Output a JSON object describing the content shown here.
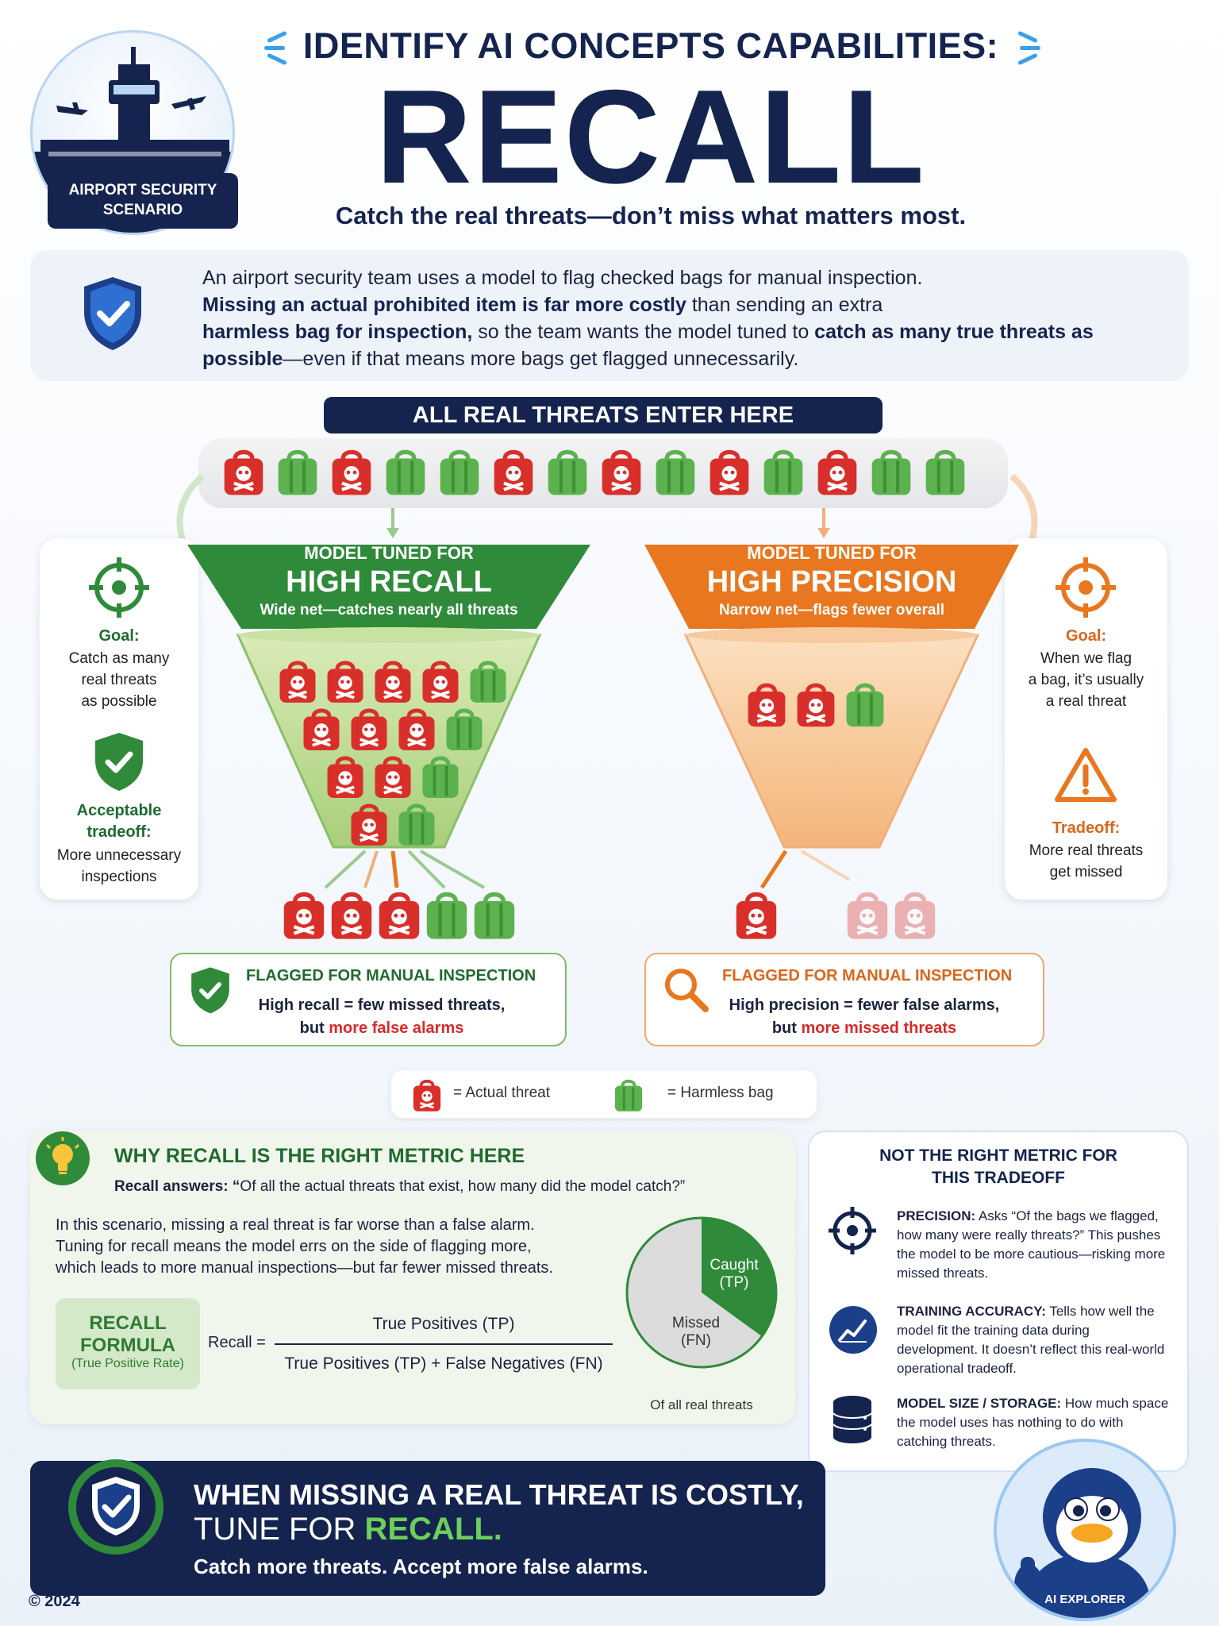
{
  "header": {
    "badge_label_line1": "AIRPORT SECURITY",
    "badge_label_line2": "SCENARIO",
    "eyebrow": "IDENTIFY AI CONCEPTS CAPABILITIES:",
    "title": "RECALL",
    "subtitle": "Catch the real threats—don’t miss what matters most."
  },
  "intro": {
    "part1": "An airport security team uses a model to flag checked bags for manual inspection.",
    "bold1": "Missing an actual prohibited item is far more costly",
    "part2": " than sending an extra ",
    "bold2": "harmless bag for inspection,",
    "part3": " so the team wants the model tuned to ",
    "bold3": "catch as many true threats as possible",
    "part4": "—even if that means more bags get flagged unnecessarily."
  },
  "banner": "ALL REAL THREATS ENTER HERE",
  "bag_row": [
    "threat",
    "harmless",
    "threat",
    "harmless",
    "harmless",
    "threat",
    "harmless",
    "threat",
    "harmless",
    "threat",
    "harmless",
    "threat",
    "harmless",
    "harmless"
  ],
  "left_card": {
    "goal_head": "Goal:",
    "goal_lines": [
      "Catch as many",
      "real threats",
      "as possible"
    ],
    "tradeoff_head_1": "Acceptable",
    "tradeoff_head_2": "tradeoff:",
    "tradeoff_lines": [
      "More unnecessary",
      "inspections"
    ]
  },
  "right_card": {
    "goal_head": "Goal:",
    "goal_lines": [
      "When we flag",
      "a bag, it’s usually",
      "a real threat"
    ],
    "tradeoff_head": "Tradeoff:",
    "tradeoff_lines": [
      "More real threats",
      "get missed"
    ]
  },
  "funnel_recall": {
    "kicker": "MODEL TUNED FOR",
    "title": "HIGH RECALL",
    "caption": "Wide net—catches nearly all threats",
    "output": [
      "threat",
      "threat",
      "threat",
      "harmless",
      "harmless"
    ]
  },
  "funnel_precision": {
    "kicker": "MODEL TUNED FOR",
    "title": "HIGH PRECISION",
    "caption": "Narrow net—flags fewer overall",
    "output": [
      "threat"
    ]
  },
  "flag_recall": {
    "title": "FLAGGED FOR MANUAL INSPECTION",
    "line1": "High recall = few missed threats,",
    "line2_a": "but ",
    "line2_b": "more false alarms"
  },
  "flag_precision": {
    "title": "FLAGGED FOR MANUAL INSPECTION",
    "line1": "High precision = fewer false alarms,",
    "line2_a": "but ",
    "line2_b": "more missed threats"
  },
  "legend": {
    "threat": "= Actual threat",
    "harmless": "= Harmless bag"
  },
  "why": {
    "title": "WHY RECALL IS THE RIGHT METRIC HERE",
    "answers_a": "Recall answers: “",
    "answers_b": "Of all the actual threats that exist,",
    "answers_c": " how many did the model catch?”",
    "body1": "In this scenario, missing a real threat is far worse than a false alarm.",
    "body2": "Tuning for recall means the model errs on the side of flagging more,",
    "body3": "which leads to more manual inspections—but far fewer missed threats.",
    "formula_title1": "RECALL",
    "formula_title2": "FORMULA",
    "formula_sub": "(True Positive Rate)",
    "formula_lhs": "Recall =",
    "numerator": "True Positives (TP)",
    "denominator": "True Positives (TP) + False Negatives (FN)",
    "pie_caught_1": "Caught",
    "pie_caught_2": "(TP)",
    "pie_missed_1": "Missed",
    "pie_missed_2": "(FN)",
    "pie_caption": "Of all real threats",
    "pie_caught_fraction": 0.35
  },
  "not_right": {
    "title1": "NOT THE RIGHT METRIC FOR",
    "title2": "THIS TRADEOFF",
    "items": [
      {
        "head": "PRECISION:",
        "text": " Asks “Of the bags we flagged, how many were really threats?” This pushes the model to be more cautious—risking more missed threats."
      },
      {
        "head": "TRAINING ACCURACY:",
        "text": " Tells how well the model fit the training data during development. It doesn’t reflect this real-world operational tradeoff."
      },
      {
        "head": "MODEL SIZE / STORAGE:",
        "text": " How much space the model uses has nothing to do with catching threats."
      }
    ]
  },
  "footer": {
    "line1": "WHEN MISSING A REAL THREAT IS COSTLY,",
    "line2_a": "TUNE FOR ",
    "line2_b": "RECALL.",
    "line3": "Catch more threats. Accept more false alarms.",
    "copyright": "© 2024"
  },
  "mascot_label": "AI EXPLORER",
  "colors": {
    "navy": "#15244e",
    "green": "#2f8a3a",
    "orange": "#e8771f",
    "threat_red": "#d92f2a",
    "harmless_green": "#5bb24e"
  }
}
